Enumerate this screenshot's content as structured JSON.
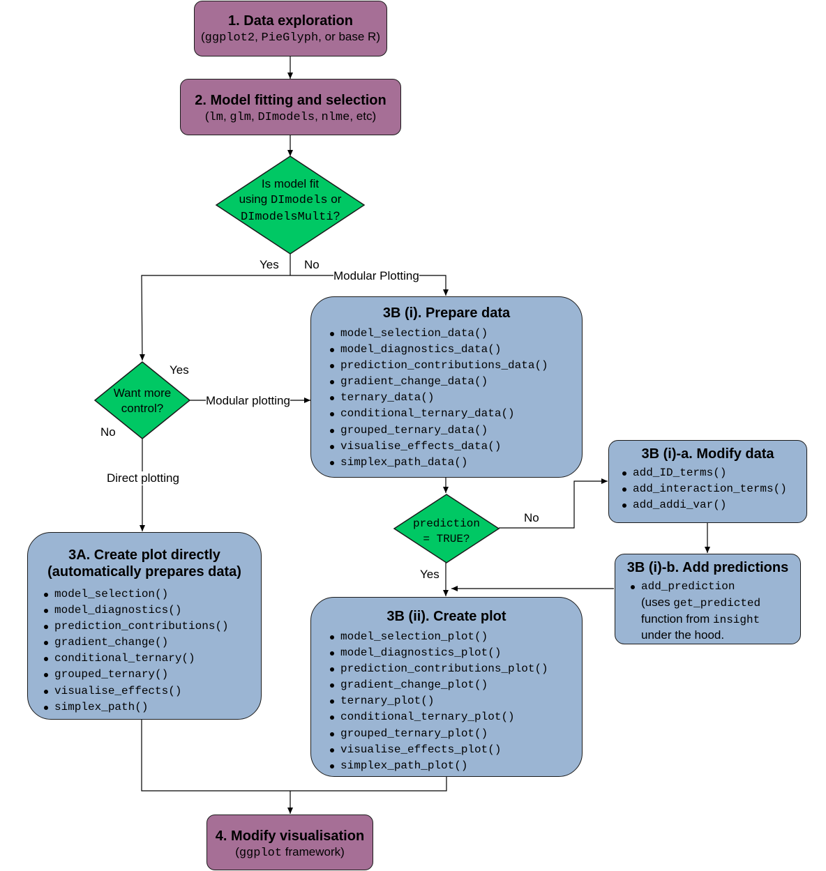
{
  "step1": {
    "title": "1. Data exploration",
    "sub_code1": "ggplot2",
    "sub_sep1": ", ",
    "sub_code2": "PieGlyph",
    "sub_tail": ", or base R)",
    "sub_open": "("
  },
  "step2": {
    "title": "2. Model fitting and selection",
    "sub_open": "(",
    "codes": [
      "lm",
      "glm",
      "DImodels",
      "nlme"
    ],
    "sep": ", ",
    "tail": ", etc)"
  },
  "decision1": {
    "line1": "Is model fit",
    "line2_prefix": "using ",
    "line2_code": "DImodels",
    "line2_suffix": " or",
    "line3_code": "DImodelsMulti",
    "line3_suffix": "?"
  },
  "decision2": {
    "line1": "Want more",
    "line2": "control?"
  },
  "decision3": {
    "line1_code": "prediction",
    "line2_code": "= TRUE?"
  },
  "labels": {
    "yes1": "Yes",
    "no1": "No",
    "modular1": "Modular Plotting",
    "yes2": "Yes",
    "no2": "No",
    "modular2": "Modular plotting",
    "direct": "Direct plotting",
    "no3": "No",
    "yes3": "Yes"
  },
  "box3a": {
    "title_line1": "3A. Create plot directly",
    "title_line2": "(automatically prepares data)",
    "items": [
      "model_selection()",
      "model_diagnostics()",
      "prediction_contributions()",
      "gradient_change()",
      "conditional_ternary()",
      "grouped_ternary()",
      "visualise_effects()",
      "simplex_path()"
    ]
  },
  "box3bi": {
    "title": "3B (i). Prepare data",
    "items": [
      "model_selection_data()",
      "model_diagnostics_data()",
      "prediction_contributions_data()",
      "gradient_change_data()",
      "ternary_data()",
      "conditional_ternary_data()",
      "grouped_ternary_data()",
      "visualise_effects_data()",
      "simplex_path_data()"
    ]
  },
  "box3bia": {
    "title": "3B (i)-a. Modify data",
    "items": [
      "add_ID_terms()",
      "add_interaction_terms()",
      "add_addi_var()"
    ]
  },
  "box3bib": {
    "title": "3B (i)-b. Add predictions",
    "item_code": "add_prediction",
    "l2_prefix": "(uses ",
    "l2_code": "get_predicted",
    "l3_prefix": "function from ",
    "l3_code": "insight",
    "l4": "under the hood."
  },
  "box3bii": {
    "title": "3B (ii). Create plot",
    "items": [
      "model_selection_plot()",
      "model_diagnostics_plot()",
      "prediction_contributions_plot()",
      "gradient_change_plot()",
      "ternary_plot()",
      "conditional_ternary_plot()",
      "grouped_ternary_plot()",
      "visualise_effects_plot()",
      "simplex_path_plot()"
    ]
  },
  "step4": {
    "title": "4. Modify visualisation",
    "sub_open": "(",
    "sub_code": "ggplot",
    "sub_tail": " framework)"
  },
  "colors": {
    "purple": "#a66f96",
    "green": "#00c864",
    "blue": "#9bb5d3"
  }
}
